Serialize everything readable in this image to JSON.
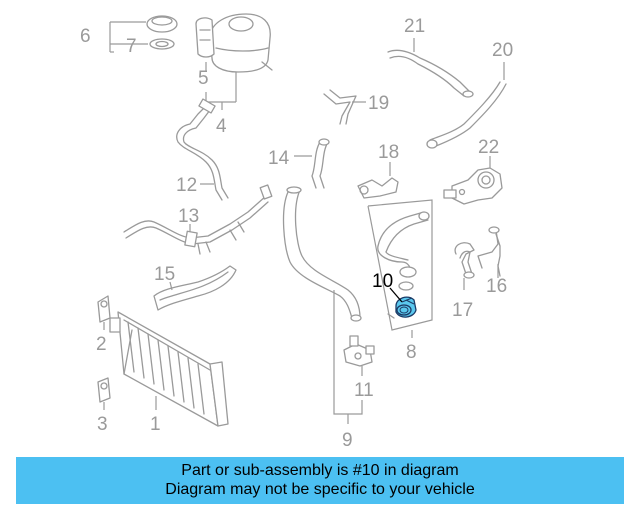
{
  "diagram": {
    "highlight_color": "#5bc8ee",
    "highlighted_part": "10",
    "callouts": {
      "c1": "1",
      "c2": "2",
      "c3": "3",
      "c4": "4",
      "c5": "5",
      "c6": "6",
      "c7": "7",
      "c8": "8",
      "c9": "9",
      "c10": "10",
      "c11": "11",
      "c12": "12",
      "c13": "13",
      "c14": "14",
      "c15": "15",
      "c16": "16",
      "c17": "17",
      "c18": "18",
      "c19": "19",
      "c20": "20",
      "c21": "21",
      "c22": "22"
    }
  },
  "caption": {
    "background": "#4cc0f2",
    "line1": "Part or sub-assembly is #10 in diagram",
    "line2": "Diagram may not be specific to your vehicle"
  }
}
